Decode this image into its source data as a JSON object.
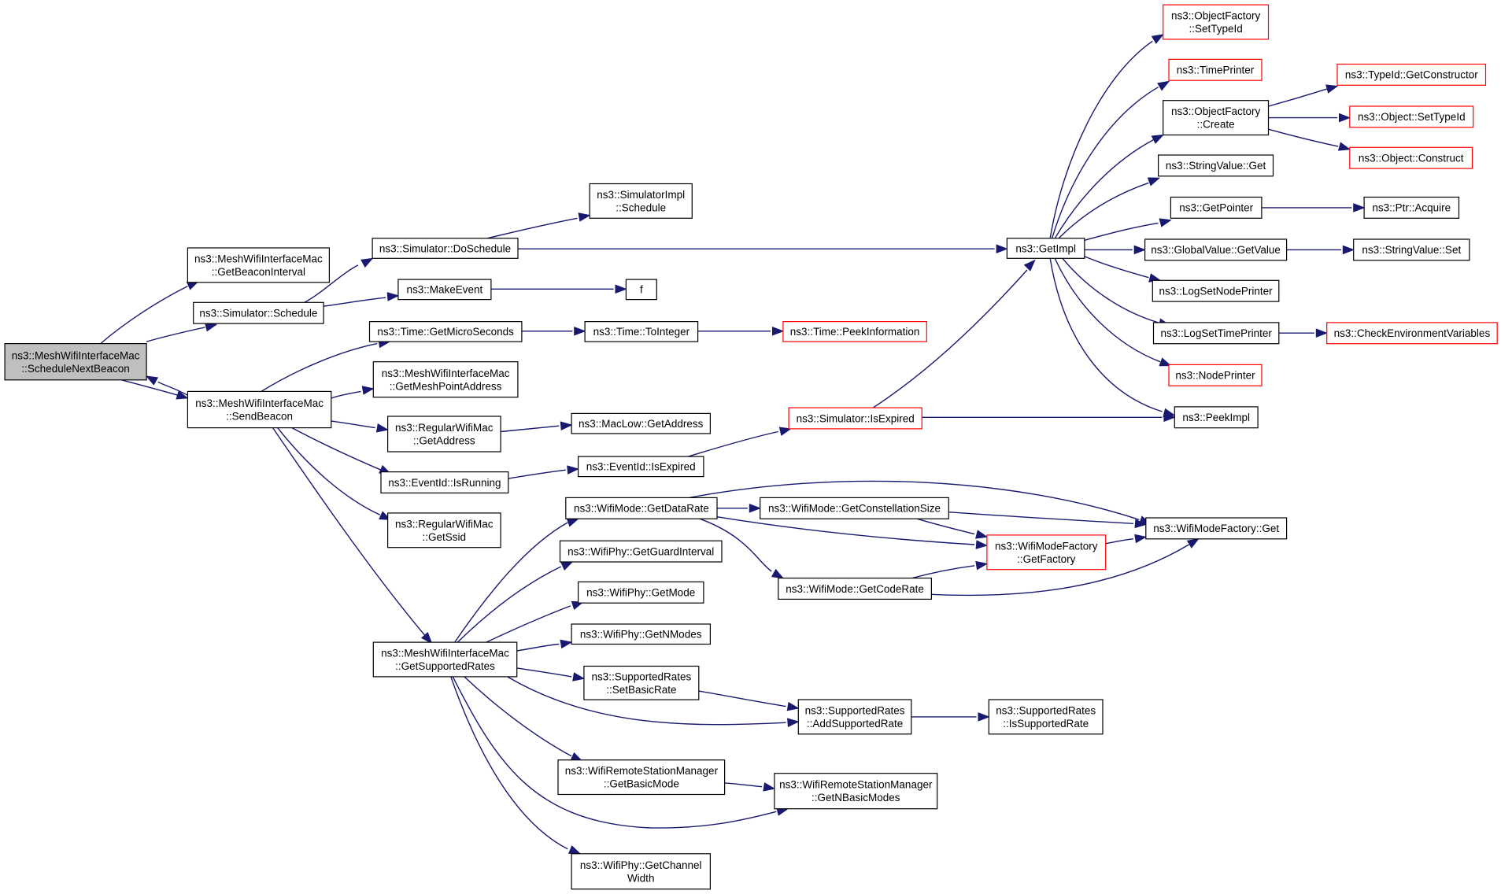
{
  "nodes": [
    {
      "id": "root",
      "lines": [
        "ns3::MeshWifiInterfaceMac",
        "::ScheduleNextBeacon"
      ],
      "style": "root"
    },
    {
      "id": "getBeaconInterval",
      "lines": [
        "ns3::MeshWifiInterfaceMac",
        "::GetBeaconInterval"
      ],
      "style": "normal"
    },
    {
      "id": "simSchedule",
      "lines": [
        "ns3::Simulator::Schedule"
      ],
      "style": "normal"
    },
    {
      "id": "sendBeacon",
      "lines": [
        "ns3::MeshWifiInterfaceMac",
        "::SendBeacon"
      ],
      "style": "normal"
    },
    {
      "id": "doSchedule",
      "lines": [
        "ns3::Simulator::DoSchedule"
      ],
      "style": "normal"
    },
    {
      "id": "makeEvent",
      "lines": [
        "ns3::MakeEvent"
      ],
      "style": "normal"
    },
    {
      "id": "simImplSchedule",
      "lines": [
        "ns3::SimulatorImpl",
        "::Schedule"
      ],
      "style": "normal"
    },
    {
      "id": "f",
      "lines": [
        "f"
      ],
      "style": "normal"
    },
    {
      "id": "getMicroSeconds",
      "lines": [
        "ns3::Time::GetMicroSeconds"
      ],
      "style": "normal"
    },
    {
      "id": "toInteger",
      "lines": [
        "ns3::Time::ToInteger"
      ],
      "style": "normal"
    },
    {
      "id": "peekInformation",
      "lines": [
        "ns3::Time::PeekInformation"
      ],
      "style": "red"
    },
    {
      "id": "getMeshPointAddress",
      "lines": [
        "ns3::MeshWifiInterfaceMac",
        "::GetMeshPointAddress"
      ],
      "style": "normal"
    },
    {
      "id": "regGetAddress",
      "lines": [
        "ns3::RegularWifiMac",
        "::GetAddress"
      ],
      "style": "normal"
    },
    {
      "id": "macLowGetAddress",
      "lines": [
        "ns3::MacLow::GetAddress"
      ],
      "style": "normal"
    },
    {
      "id": "isRunning",
      "lines": [
        "ns3::EventId::IsRunning"
      ],
      "style": "normal"
    },
    {
      "id": "eventIsExpired",
      "lines": [
        "ns3::EventId::IsExpired"
      ],
      "style": "normal"
    },
    {
      "id": "simIsExpired",
      "lines": [
        "ns3::Simulator::IsExpired"
      ],
      "style": "red"
    },
    {
      "id": "getSsid",
      "lines": [
        "ns3::RegularWifiMac",
        "::GetSsid"
      ],
      "style": "normal"
    },
    {
      "id": "getSupportedRates",
      "lines": [
        "ns3::MeshWifiInterfaceMac",
        "::GetSupportedRates"
      ],
      "style": "normal"
    },
    {
      "id": "getDataRate",
      "lines": [
        "ns3::WifiMode::GetDataRate"
      ],
      "style": "normal"
    },
    {
      "id": "getGuardInterval",
      "lines": [
        "ns3::WifiPhy::GetGuardInterval"
      ],
      "style": "normal"
    },
    {
      "id": "getMode",
      "lines": [
        "ns3::WifiPhy::GetMode"
      ],
      "style": "normal"
    },
    {
      "id": "getNModes",
      "lines": [
        "ns3::WifiPhy::GetNModes"
      ],
      "style": "normal"
    },
    {
      "id": "setBasicRate",
      "lines": [
        "ns3::SupportedRates",
        "::SetBasicRate"
      ],
      "style": "normal"
    },
    {
      "id": "getBasicMode",
      "lines": [
        "ns3::WifiRemoteStationManager",
        "::GetBasicMode"
      ],
      "style": "normal"
    },
    {
      "id": "getChannelWidth",
      "lines": [
        "ns3::WifiPhy::GetChannel",
        "Width"
      ],
      "style": "normal"
    },
    {
      "id": "getConstellationSize",
      "lines": [
        "ns3::WifiMode::GetConstellationSize"
      ],
      "style": "normal"
    },
    {
      "id": "getCodeRate",
      "lines": [
        "ns3::WifiMode::GetCodeRate"
      ],
      "style": "normal"
    },
    {
      "id": "getFactory",
      "lines": [
        "ns3::WifiModeFactory",
        "::GetFactory"
      ],
      "style": "red"
    },
    {
      "id": "factoryGet",
      "lines": [
        "ns3::WifiModeFactory::Get"
      ],
      "style": "normal"
    },
    {
      "id": "addSupportedRate",
      "lines": [
        "ns3::SupportedRates",
        "::AddSupportedRate"
      ],
      "style": "normal"
    },
    {
      "id": "isSupportedRate",
      "lines": [
        "ns3::SupportedRates",
        "::IsSupportedRate"
      ],
      "style": "normal"
    },
    {
      "id": "getNBasicModes",
      "lines": [
        "ns3::WifiRemoteStationManager",
        "::GetNBasicModes"
      ],
      "style": "normal"
    },
    {
      "id": "getImpl",
      "lines": [
        "ns3::GetImpl"
      ],
      "style": "normal"
    },
    {
      "id": "ofSetTypeId",
      "lines": [
        "ns3::ObjectFactory",
        "::SetTypeId"
      ],
      "style": "red"
    },
    {
      "id": "timePrinter",
      "lines": [
        "ns3::TimePrinter"
      ],
      "style": "red"
    },
    {
      "id": "ofCreate",
      "lines": [
        "ns3::ObjectFactory",
        "::Create"
      ],
      "style": "normal"
    },
    {
      "id": "stringValueGet",
      "lines": [
        "ns3::StringValue::Get"
      ],
      "style": "normal"
    },
    {
      "id": "getPointer",
      "lines": [
        "ns3::GetPointer"
      ],
      "style": "normal"
    },
    {
      "id": "globalGetValue",
      "lines": [
        "ns3::GlobalValue::GetValue"
      ],
      "style": "normal"
    },
    {
      "id": "logSetNodePrinter",
      "lines": [
        "ns3::LogSetNodePrinter"
      ],
      "style": "normal"
    },
    {
      "id": "logSetTimePrinter",
      "lines": [
        "ns3::LogSetTimePrinter"
      ],
      "style": "normal"
    },
    {
      "id": "nodePrinter",
      "lines": [
        "ns3::NodePrinter"
      ],
      "style": "red"
    },
    {
      "id": "peekImpl",
      "lines": [
        "ns3::PeekImpl"
      ],
      "style": "normal"
    },
    {
      "id": "getConstructor",
      "lines": [
        "ns3::TypeId::GetConstructor"
      ],
      "style": "red"
    },
    {
      "id": "objSetTypeId",
      "lines": [
        "ns3::Object::SetTypeId"
      ],
      "style": "red"
    },
    {
      "id": "objConstruct",
      "lines": [
        "ns3::Object::Construct"
      ],
      "style": "red"
    },
    {
      "id": "ptrAcquire",
      "lines": [
        "ns3::Ptr::Acquire"
      ],
      "style": "normal"
    },
    {
      "id": "stringValueSet",
      "lines": [
        "ns3::StringValue::Set"
      ],
      "style": "normal"
    },
    {
      "id": "checkEnvVars",
      "lines": [
        "ns3::CheckEnvironmentVariables"
      ],
      "style": "red"
    }
  ],
  "edges": [
    [
      "root",
      "getBeaconInterval"
    ],
    [
      "root",
      "simSchedule"
    ],
    [
      "root",
      "sendBeacon"
    ],
    [
      "sendBeacon",
      "root"
    ],
    [
      "simSchedule",
      "doSchedule"
    ],
    [
      "simSchedule",
      "makeEvent"
    ],
    [
      "doSchedule",
      "simImplSchedule"
    ],
    [
      "doSchedule",
      "getImpl"
    ],
    [
      "makeEvent",
      "f"
    ],
    [
      "sendBeacon",
      "getMicroSeconds"
    ],
    [
      "sendBeacon",
      "getMeshPointAddress"
    ],
    [
      "sendBeacon",
      "regGetAddress"
    ],
    [
      "sendBeacon",
      "isRunning"
    ],
    [
      "sendBeacon",
      "getSsid"
    ],
    [
      "sendBeacon",
      "getSupportedRates"
    ],
    [
      "getMicroSeconds",
      "toInteger"
    ],
    [
      "toInteger",
      "peekInformation"
    ],
    [
      "regGetAddress",
      "macLowGetAddress"
    ],
    [
      "isRunning",
      "eventIsExpired"
    ],
    [
      "eventIsExpired",
      "simIsExpired"
    ],
    [
      "simIsExpired",
      "getImpl"
    ],
    [
      "simIsExpired",
      "peekImpl"
    ],
    [
      "getSupportedRates",
      "getDataRate"
    ],
    [
      "getSupportedRates",
      "getGuardInterval"
    ],
    [
      "getSupportedRates",
      "getMode"
    ],
    [
      "getSupportedRates",
      "getNModes"
    ],
    [
      "getSupportedRates",
      "setBasicRate"
    ],
    [
      "getSupportedRates",
      "addSupportedRate"
    ],
    [
      "getSupportedRates",
      "getBasicMode"
    ],
    [
      "getSupportedRates",
      "getNBasicModes"
    ],
    [
      "getSupportedRates",
      "getChannelWidth"
    ],
    [
      "getDataRate",
      "getConstellationSize"
    ],
    [
      "getDataRate",
      "getFactory"
    ],
    [
      "getDataRate",
      "factoryGet"
    ],
    [
      "getDataRate",
      "getCodeRate"
    ],
    [
      "getConstellationSize",
      "getFactory"
    ],
    [
      "getConstellationSize",
      "factoryGet"
    ],
    [
      "getCodeRate",
      "getFactory"
    ],
    [
      "getCodeRate",
      "factoryGet"
    ],
    [
      "getFactory",
      "factoryGet"
    ],
    [
      "setBasicRate",
      "addSupportedRate"
    ],
    [
      "addSupportedRate",
      "isSupportedRate"
    ],
    [
      "getBasicMode",
      "getNBasicModes"
    ],
    [
      "getImpl",
      "ofSetTypeId"
    ],
    [
      "getImpl",
      "timePrinter"
    ],
    [
      "getImpl",
      "ofCreate"
    ],
    [
      "getImpl",
      "stringValueGet"
    ],
    [
      "getImpl",
      "getPointer"
    ],
    [
      "getImpl",
      "globalGetValue"
    ],
    [
      "getImpl",
      "logSetNodePrinter"
    ],
    [
      "getImpl",
      "logSetTimePrinter"
    ],
    [
      "getImpl",
      "nodePrinter"
    ],
    [
      "getImpl",
      "peekImpl"
    ],
    [
      "ofCreate",
      "getConstructor"
    ],
    [
      "ofCreate",
      "objSetTypeId"
    ],
    [
      "ofCreate",
      "objConstruct"
    ],
    [
      "getPointer",
      "ptrAcquire"
    ],
    [
      "globalGetValue",
      "stringValueSet"
    ],
    [
      "logSetTimePrinter",
      "checkEnvVars"
    ]
  ]
}
